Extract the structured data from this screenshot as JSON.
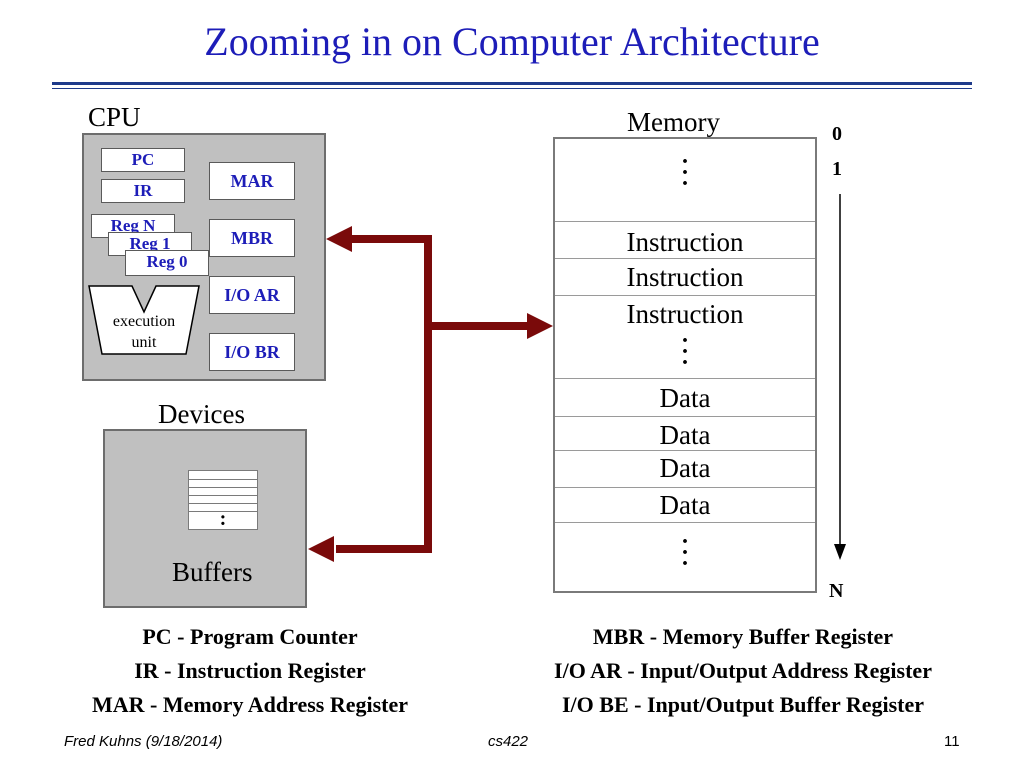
{
  "title": "Zooming in on Computer Architecture",
  "cpu": {
    "label": "CPU",
    "registers_left": {
      "pc": "PC",
      "ir": "IR",
      "reg_n": "Reg N",
      "reg_1": "Reg 1",
      "reg_0": "Reg 0"
    },
    "registers_right": {
      "mar": "MAR",
      "mbr": "MBR",
      "io_ar": "I/O AR",
      "io_br": "I/O BR"
    },
    "execution_unit": {
      "line1": "execution",
      "line2": "unit"
    }
  },
  "devices": {
    "label": "Devices",
    "buffer_dots": ":",
    "buffers_label": "Buffers"
  },
  "memory": {
    "label": "Memory",
    "address_top_0": "0",
    "address_top_1": "1",
    "address_bottom": "N",
    "cells": {
      "instruction_1": "Instruction",
      "instruction_2": "Instruction",
      "instruction_3": "Instruction",
      "data_1": "Data",
      "data_2": "Data",
      "data_3": "Data",
      "data_4": "Data"
    }
  },
  "legend_left": [
    "PC - Program Counter",
    "IR - Instruction Register",
    "MAR - Memory Address Register"
  ],
  "legend_right": [
    "MBR - Memory Buffer Register",
    "I/O AR - Input/Output Address Register",
    "I/O BE - Input/Output Buffer Register"
  ],
  "footer": {
    "author": "Fred Kuhns (9/18/2014)",
    "course": "cs422",
    "page": "11"
  },
  "colors": {
    "title": "#1d1db8",
    "register_text": "#1d1db8",
    "panel_fill": "#c0c0c0",
    "bus_arrow": "#7a0a0a",
    "rule": "#1e3a8a"
  }
}
